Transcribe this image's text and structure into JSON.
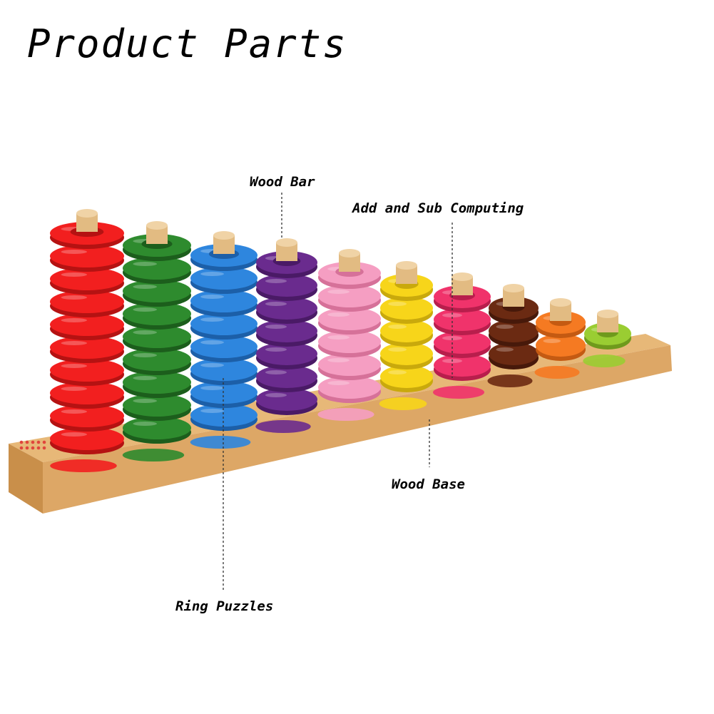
{
  "title": "Product Parts",
  "callouts": {
    "wood_bar": "Wood Bar",
    "add_sub": "Add and Sub Computing",
    "wood_base": "Wood Base",
    "ring_puzzles": "Ring Puzzles"
  },
  "toy": {
    "stacks": [
      {
        "color": "#f21f1f",
        "dark": "#b51212",
        "rings": 10
      },
      {
        "color": "#2e8b2e",
        "dark": "#1c5e1c",
        "rings": 9
      },
      {
        "color": "#2e86de",
        "dark": "#1c5fa8",
        "rings": 8
      },
      {
        "color": "#6a2b8e",
        "dark": "#4a1a66",
        "rings": 7
      },
      {
        "color": "#f59ec2",
        "dark": "#d67199",
        "rings": 6
      },
      {
        "color": "#f7d51a",
        "dark": "#c9a90c",
        "rings": 5
      },
      {
        "color": "#f0336b",
        "dark": "#b81e4c",
        "rings": 4
      },
      {
        "color": "#6b2a12",
        "dark": "#47190a",
        "rings": 3
      },
      {
        "color": "#f57a22",
        "dark": "#c45a12",
        "rings": 2
      },
      {
        "color": "#9acd32",
        "dark": "#6f9a1c",
        "rings": 1
      }
    ],
    "wood_color": "#e7b878",
    "wood_dark": "#c98f4a",
    "peg_color": "#e2bb82"
  }
}
